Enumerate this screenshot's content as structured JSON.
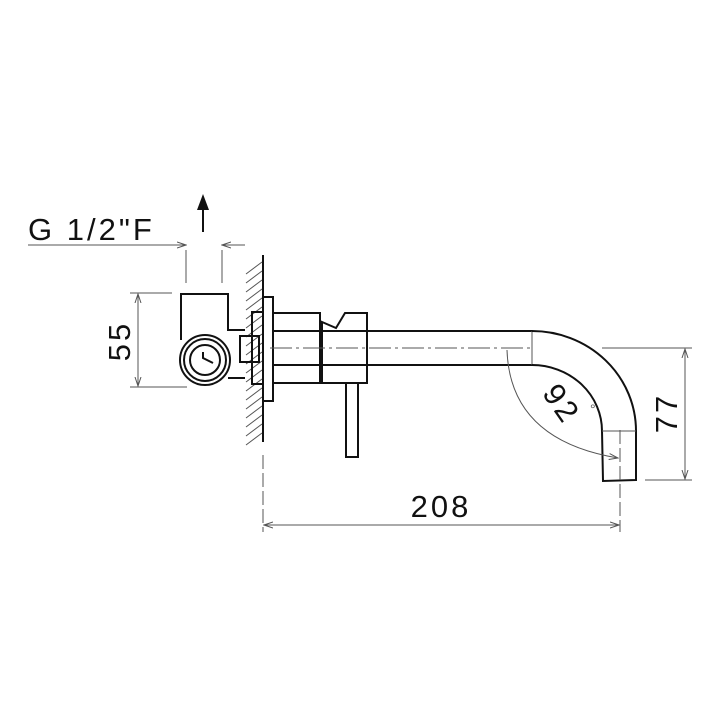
{
  "drawing": {
    "thread_label": "G 1/2\"F",
    "dimensions": {
      "inlet_height": "55",
      "projection": "208",
      "spout_drop": "77",
      "bend_angle": "92",
      "bend_angle_unit": "°"
    },
    "line_color": "#111111"
  }
}
